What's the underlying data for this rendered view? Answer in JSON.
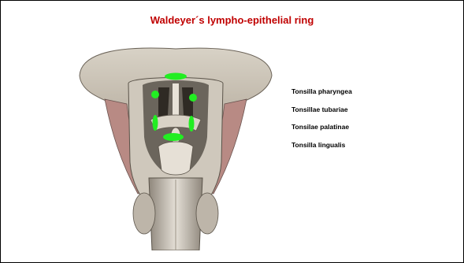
{
  "slide": {
    "title": "Waldeyer´s lympho-epithelial ring",
    "labels": [
      "Tonsilla pharyngea",
      "Tonsillae tubariae",
      "Tonsilae palatinae",
      "Tonsilla lingualis"
    ]
  },
  "colors": {
    "title": "#c00000",
    "tonsil_marker": "#22ee22",
    "label_text": "#000000"
  },
  "figure": {
    "subject": "posterior view of opened pharynx with tonsil markers",
    "markers": [
      {
        "name": "tonsilla-pharyngea",
        "shape": "ellipse"
      },
      {
        "name": "tonsilla-tubaria-left",
        "shape": "circle"
      },
      {
        "name": "tonsilla-tubaria-right",
        "shape": "circle"
      },
      {
        "name": "tonsilla-palatina-left",
        "shape": "ellipse"
      },
      {
        "name": "tonsilla-palatina-right",
        "shape": "ellipse"
      },
      {
        "name": "tonsilla-lingualis",
        "shape": "ellipse"
      }
    ]
  }
}
